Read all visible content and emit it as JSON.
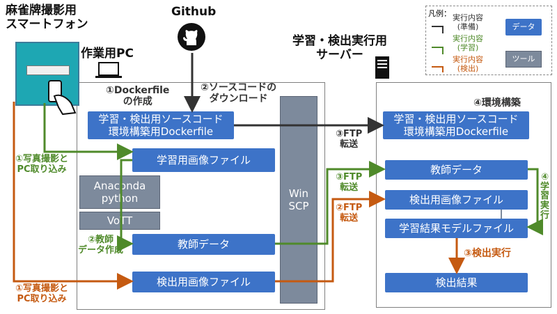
{
  "titles": {
    "smartphone": "麻雀牌撮影用\nスマートフォン",
    "pc": "作業用PC",
    "github": "Github",
    "server": "学習・検出実行用\nサーバー"
  },
  "steps": {
    "dockerfile_create": "①Dockerfile\nの作成",
    "source_download": "②ソースコードの\nダウンロード",
    "ftp_top": "③FTP\n転送",
    "env_build": "④環境構築",
    "photo_green": "①写真撮影と\nPC取り込み",
    "photo_orange": "①写真撮影と\nPC取り込み",
    "teacher_create": "②教師\nデータ作成",
    "ftp_green": "③FTP\n転送",
    "ftp_orange": "②FTP\n転送",
    "learn_exec": "④\n学\n習\n実\n行",
    "detect_exec": "③検出実行"
  },
  "pc_boxes": {
    "source_docker": "学習・検出用ソースコード\n環境構築用Dockerfile",
    "train_images": "学習用画像ファイル",
    "teacher_data": "教師データ",
    "detect_images": "検出用画像ファイル"
  },
  "tools": {
    "anaconda": "Anaconda\npython",
    "vott": "VoTT",
    "winscp": "Win\nSCP"
  },
  "server_boxes": {
    "source_docker": "学習・検出用ソースコード\n環境構築用Dockerfile",
    "teacher_data": "教師データ",
    "detect_images": "検出用画像ファイル",
    "model_file": "学習結果モデルファイル",
    "detect_result": "検出結果"
  },
  "legend": {
    "title": "凡例：",
    "exec_prep": "実行内容\n(準備)",
    "exec_learn": "実行内容\n(学習)",
    "exec_detect": "実行内容\n(検出)",
    "data": "データ",
    "tool": "ツール"
  },
  "colors": {
    "data_blue": "#3d73c8",
    "tool_gray": "#7d8a9c",
    "prep_dark": "#333333",
    "learn_green": "#4f8a2a",
    "detect_orange": "#c55a11"
  },
  "icons": [
    "smartphone-icon",
    "laptop-icon",
    "github-icon",
    "server-icon"
  ]
}
